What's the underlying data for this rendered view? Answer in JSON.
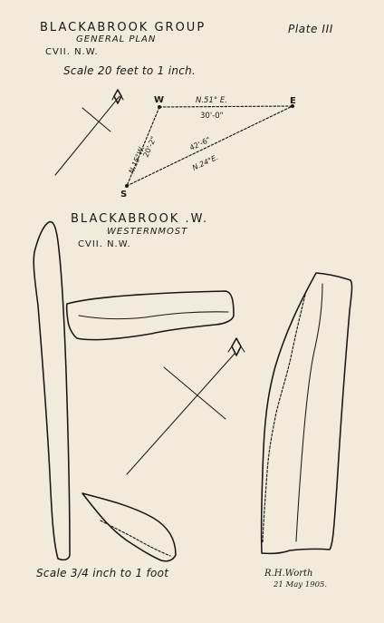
{
  "plate": "Plate III",
  "top_plan": {
    "title": "BLACKABROOK GROUP",
    "subtitle": "GENERAL PLAN",
    "sheet": "CVII. N.W.",
    "scale": "Scale 20 feet to 1 inch.",
    "points": {
      "w": "W",
      "e": "E",
      "s": "S"
    },
    "measurements": {
      "we_bearing": "N.51° E.",
      "we_distance": "30'-0\"",
      "ws_bearing": "N.15°W.",
      "ws_distance": "20'-2\"",
      "se_distance": "42'-6\"",
      "se_bearing": "N.24°E."
    }
  },
  "lower_plan": {
    "title": "BLACKABROOK .W.",
    "subtitle": "WESTERNMOST",
    "sheet": "CVII. N.W.",
    "scale": "Scale 3/4 inch to 1 foot"
  },
  "signature": {
    "name": "R.H.Worth",
    "date": "21 May 1905."
  }
}
